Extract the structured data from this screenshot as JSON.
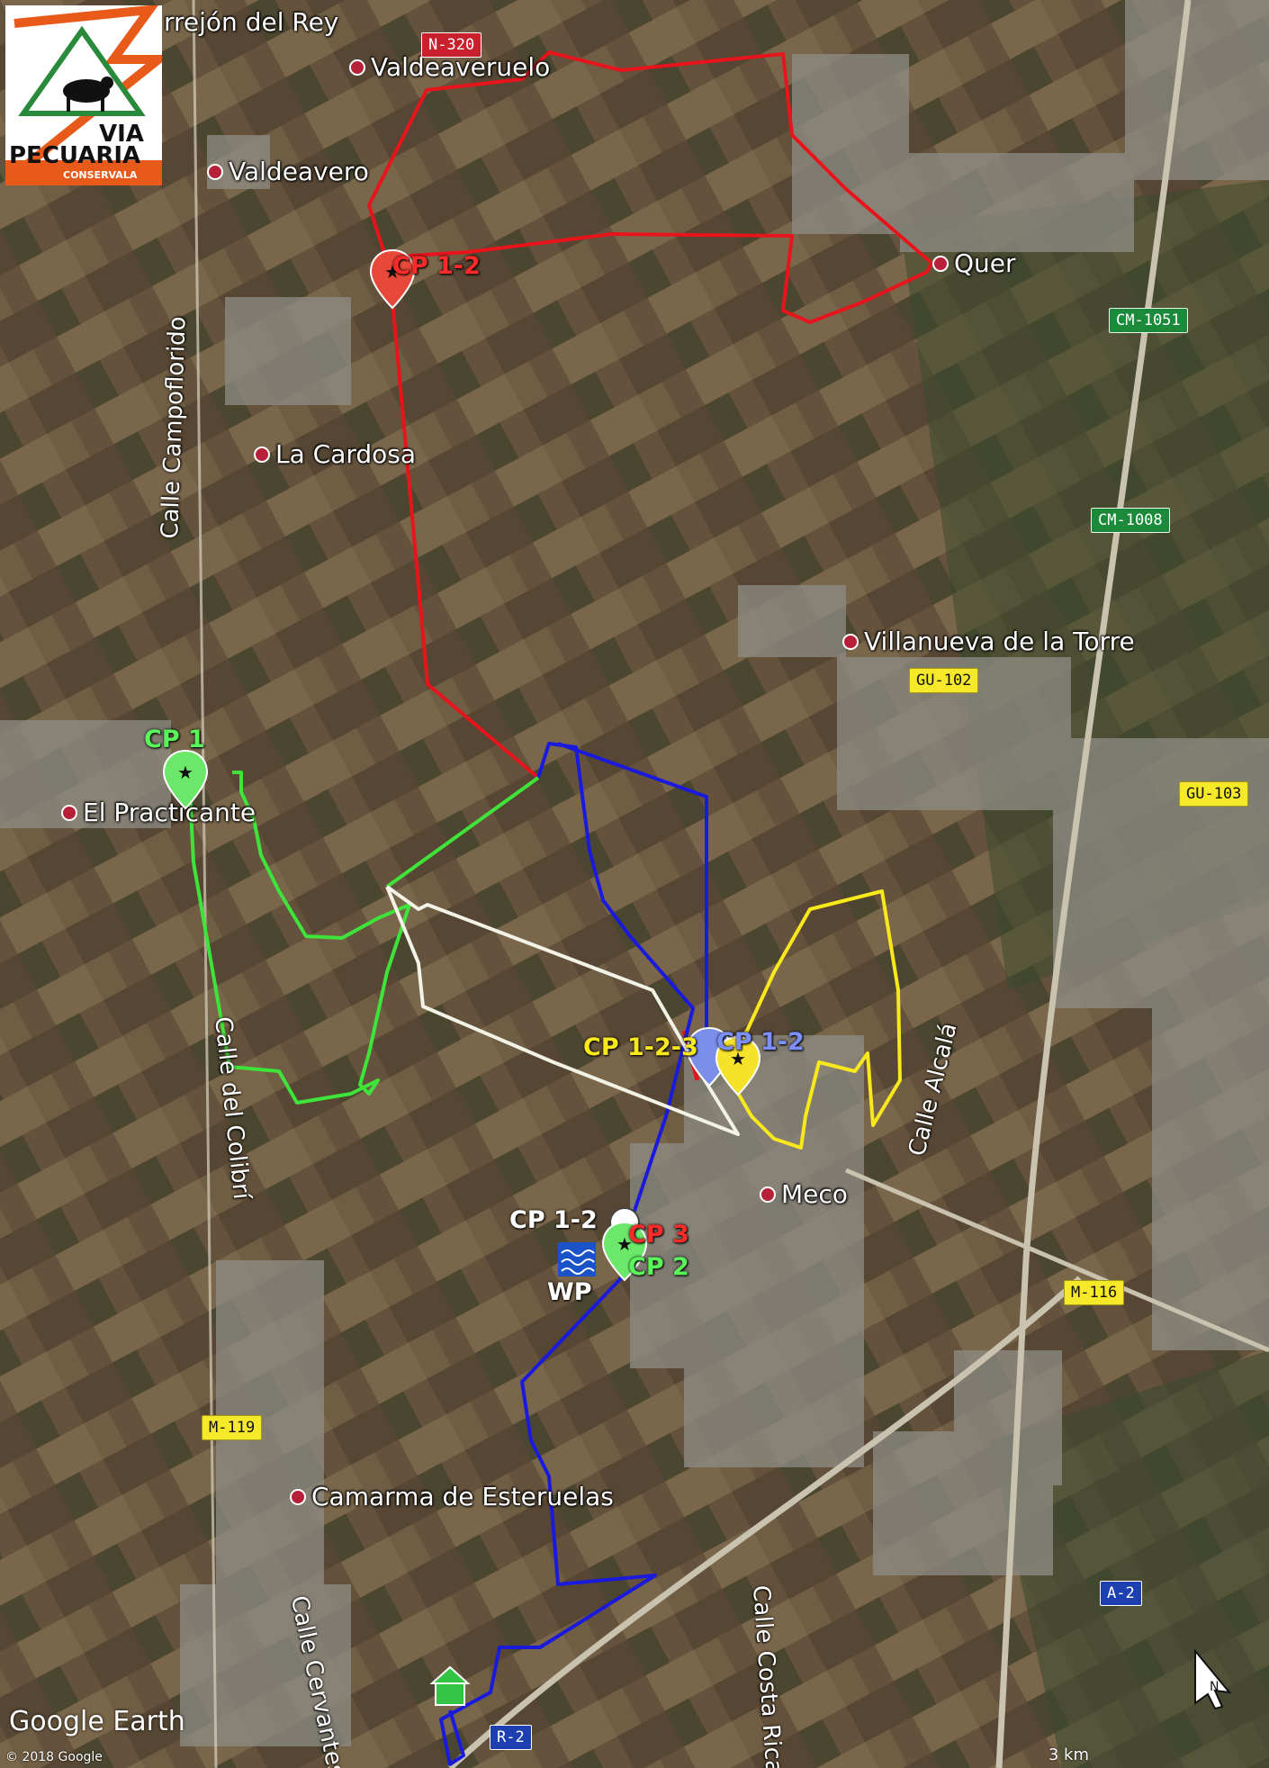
{
  "logo": {
    "line1": "VIA",
    "line2": "PECUARIA",
    "line3": "CONSERVALA"
  },
  "places": {
    "torrejon": "rrejón del Rey",
    "valdeaveruelo": "Valdeaveruelo",
    "valdeavero": "Valdeavero",
    "quer": "Quer",
    "la_cardosa": "La Cardosa",
    "villanueva": "Villanueva de la Torre",
    "el_practicante": "El Practicante",
    "meco": "Meco",
    "camarma": "Camarma de Esteruelas"
  },
  "streets": {
    "campoflorido": "Calle Campoflorido",
    "colibri": "Calle del Colibrí",
    "alcala": "Calle Alcalá",
    "cervantes": "Calle Cervantes",
    "costa_rica": "Calle Costa Rica"
  },
  "roads": {
    "n320": "N-320",
    "cm1051": "CM-1051",
    "cm1008": "CM-1008",
    "gu102": "GU-102",
    "gu103": "GU-103",
    "m116": "M-116",
    "m119": "M-119",
    "a2": "A-2",
    "r2": "R-2"
  },
  "checkpoints": {
    "red_top": "CP 1-2",
    "green_left": "CP 1",
    "yellow": "CP 1-2-3",
    "blue": "CP 1-2",
    "white": "CP 1-2",
    "red_bottom": "CP 3",
    "green_bottom": "CP 2",
    "water": "WP"
  },
  "footer": {
    "google_earth": "Google Earth",
    "copyright": "© 2018 Google",
    "scale": "3 km"
  },
  "colors": {
    "red_route": "#e8141c",
    "blue_route": "#1a1adc",
    "green_route": "#3fe43a",
    "yellow_route": "#f8e81c",
    "white_route": "#f2f2e6"
  }
}
